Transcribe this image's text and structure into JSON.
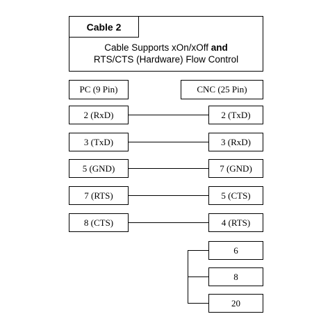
{
  "header": {
    "title": "Cable 2",
    "description_part1": "Cable Supports xOn/xOff ",
    "description_bold": "and",
    "description_line2": "RTS/CTS (Hardware) Flow Control"
  },
  "columns": {
    "left_header": "PC (9 Pin)",
    "right_header": "CNC  (25 Pin)"
  },
  "connections": [
    {
      "left": "2 (RxD)",
      "right": "2 (TxD)"
    },
    {
      "left": "3 (TxD)",
      "right": "3 (RxD)"
    },
    {
      "left": "5 (GND)",
      "right": "7 (GND)"
    },
    {
      "left": "7 (RTS)",
      "right": "5 (CTS)"
    },
    {
      "left": "8 (CTS)",
      "right": "4 (RTS)"
    }
  ],
  "jumpered_pins": [
    "6",
    "8",
    "20"
  ],
  "colors": {
    "line": "#000000",
    "background": "#ffffff"
  }
}
